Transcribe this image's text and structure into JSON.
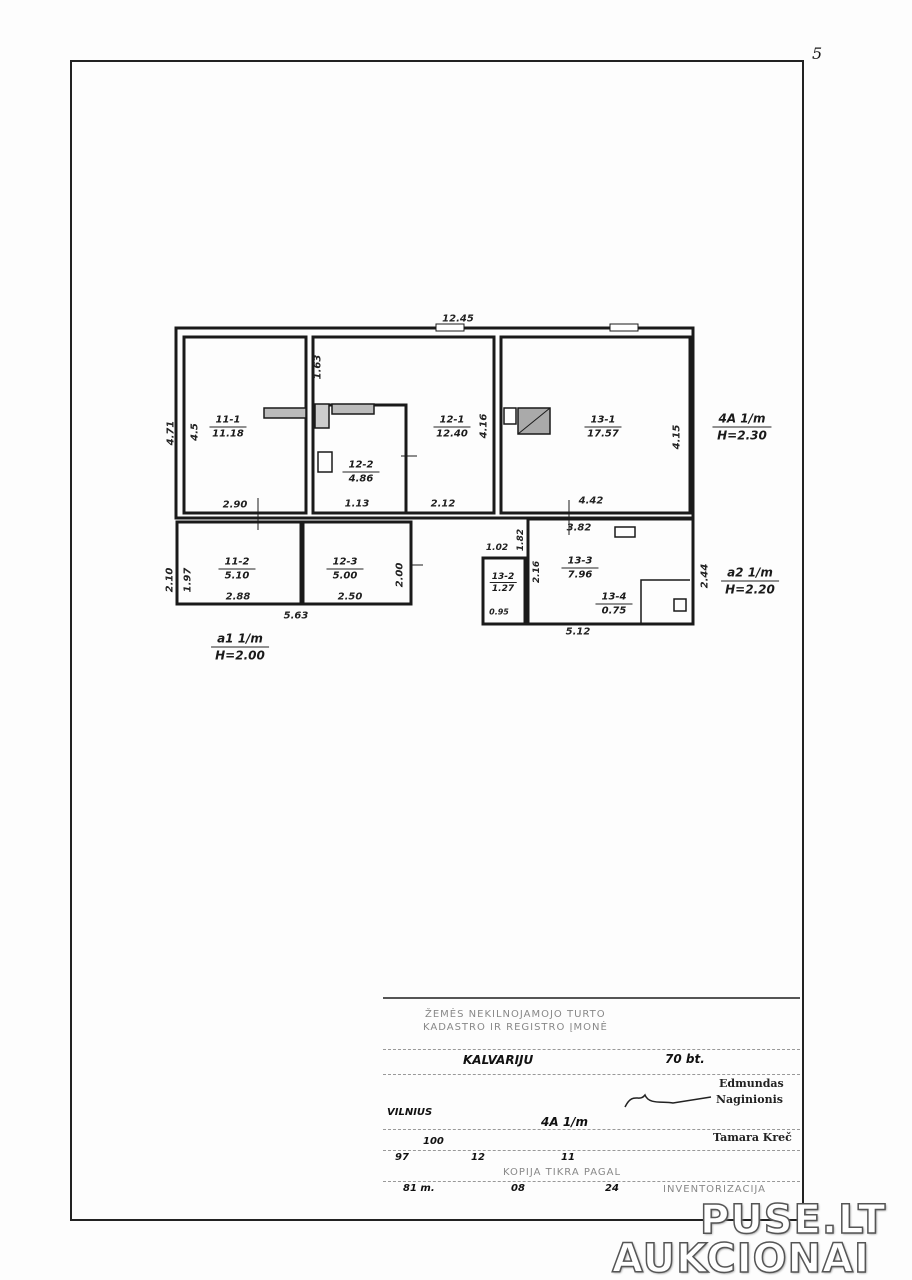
{
  "page_number": "5",
  "plan": {
    "top_dimension": "12.45",
    "rooms": [
      {
        "id": "11-1",
        "area": "11.18"
      },
      {
        "id": "12-1",
        "area": "12.40"
      },
      {
        "id": "12-2",
        "area": "4.86"
      },
      {
        "id": "13-1",
        "area": "17.57"
      },
      {
        "id": "11-2",
        "area": "5.10"
      },
      {
        "id": "12-3",
        "area": "5.00"
      },
      {
        "id": "13-2",
        "area": "1.27"
      },
      {
        "id": "13-3",
        "area": "7.96"
      },
      {
        "id": "13-4",
        "area": "0.75"
      }
    ],
    "blocks": [
      {
        "name": "4A 1/m",
        "height": "H=2.30"
      },
      {
        "name": "a2 1/m",
        "height": "H=2.20"
      },
      {
        "name": "a1 1/m",
        "height": "H=2.00"
      }
    ],
    "dimensions": [
      "4.71",
      "4.5",
      "1.63",
      "4.16",
      "4.15",
      "2.90",
      "1.13",
      "2.12",
      "4.42",
      "3.82",
      "2.10",
      "1.97",
      "2.88",
      "2.50",
      "2.00",
      "5.63",
      "1.02",
      "1.82",
      "2.16",
      "0.95",
      "5.12",
      "2.44"
    ]
  },
  "title_block": {
    "org_line1": "ŽEMĖS NEKILNOJAMOJO TURTO",
    "org_line2": "KADASTRO IR REGISTRO ĮMONĖ",
    "street": "KALVARIJU",
    "house": "70 bt.",
    "person1_first": "Edmundas",
    "person1_last": "Naginionis",
    "city": "VILNIUS",
    "block_code": "4A 1/m",
    "scale": "100",
    "person2": "Tamara Kreč",
    "date1_y": "97",
    "date1_m": "12",
    "date1_d": "11",
    "copy_note": "KOPIJA TIKRA PAGAL",
    "date2_y": "81 m.",
    "date2_m": "08",
    "date2_d": "24",
    "inventory_note": "INVENTORIZACIJA"
  },
  "watermark": {
    "line1": "PUSE.LT",
    "line2": "AUKCIONAI"
  }
}
